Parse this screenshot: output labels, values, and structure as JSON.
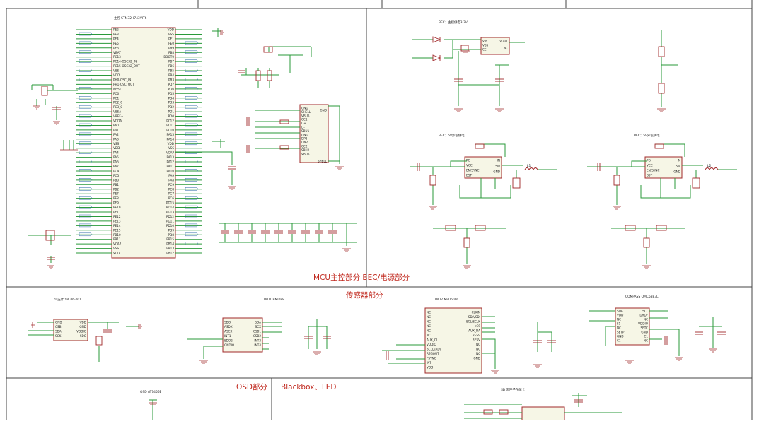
{
  "sections": {
    "mcu_bec": "MCU主控部分  BEC/电源部分",
    "sensors": "传感器部分",
    "osd": "OSD部分",
    "blackbox": "Blackbox、LED"
  },
  "blocks": {
    "mcu": "主控  STM32H743VIT6",
    "bec_main": "BEC：主控供电3.3V",
    "bec_5v_a": "BEC：5V外设供电",
    "bec_5v_b": "BEC：5V外设供电",
    "baro": "气压计 SPL06-001",
    "imu1": "IMU1 BMI088",
    "imu2": "IMU2 MPU6000",
    "compass": "COMPASS QMC5883L",
    "osd_ic": "OSD AT7456E",
    "sd": "SD 黑匣子存储卡"
  },
  "mcu_pins_left": [
    "PE2",
    "PE3",
    "PE4",
    "PE5",
    "PE6",
    "VBAT",
    "PC13",
    "PC14-OSC32_IN",
    "PC15-OSC32_OUT",
    "VSS",
    "VDD",
    "PH0-OSC_IN",
    "PH1-OSC_OUT",
    "NRST",
    "PC0",
    "PC1",
    "PC2_C",
    "PC3_C",
    "VSSA",
    "VREF+",
    "VDDA",
    "PA0",
    "PA1",
    "PA2",
    "PA3",
    "VSS",
    "VDD",
    "PA4",
    "PA5",
    "PA6",
    "PA7",
    "PC4",
    "PC5",
    "PB0",
    "PB1",
    "PB2",
    "PE7",
    "PE8",
    "PE9",
    "PE10",
    "PE11",
    "PE12",
    "PE13",
    "PE14",
    "PE15",
    "PB10",
    "PB11",
    "VCAP",
    "VSS",
    "VDD"
  ],
  "mcu_pins_right": [
    "VDD",
    "VSS",
    "PE1",
    "PE0",
    "PB9",
    "PB8",
    "BOOT0",
    "PB7",
    "PB6",
    "PB5",
    "PB4",
    "PB3",
    "PD7",
    "PD6",
    "PD5",
    "PD4",
    "PD3",
    "PD2",
    "PD1",
    "PD0",
    "PC12",
    "PC11",
    "PC10",
    "PA15",
    "PA14",
    "VDD",
    "VSS",
    "VCAP",
    "PA13",
    "PA12",
    "PA11",
    "PA10",
    "PA9",
    "PA8",
    "PC9",
    "PC8",
    "PC7",
    "PC6",
    "PD15",
    "PD14",
    "PD13",
    "PD12",
    "PD11",
    "PD10",
    "PD9",
    "PD8",
    "PB15",
    "PB14",
    "PB13",
    "PB12"
  ],
  "usb_pins": [
    "GND",
    "SHELL",
    "VBUS",
    "CC1",
    "D+",
    "D-",
    "SBU1",
    "GND",
    "DP2",
    "DN2",
    "CC2",
    "SBU2",
    "VBUS",
    "GND",
    "SHELL"
  ],
  "ldo_pins": [
    "VIN",
    "VSS",
    "CE",
    "VOUT",
    "NC"
  ],
  "buck_pins": [
    "PG",
    "VCC",
    "EN/SYNC",
    "BST",
    "IN",
    "SW",
    "GND"
  ],
  "baro_pins": [
    "GND",
    "CSB",
    "SDA",
    "SCK",
    "VDD",
    "GND",
    "VDDIO",
    "SDO"
  ],
  "imu1_pins": [
    "SDO",
    "ASDX",
    "ASCX",
    "INT1",
    "SDO2",
    "GNDIO",
    "SDA",
    "SCX",
    "CSB1",
    "CSB2",
    "INT3",
    "INT4"
  ],
  "imu2_pins": [
    "NC",
    "NC",
    "NC",
    "NC",
    "NC",
    "NC",
    "AUX_CL",
    "VDDIO",
    "SCLD/AD0",
    "REGOUT",
    "FSYNC",
    "INT",
    "VDD",
    "CLKIN",
    "SDA/SDI",
    "SCL/SCLK",
    "nCS",
    "AUX_DA",
    "RESV",
    "RESV",
    "NC",
    "NC",
    "NC",
    "GND"
  ],
  "compass_pins": [
    "SDA",
    "VDD",
    "NC",
    "S1",
    "NC",
    "SETP",
    "GND",
    "C1",
    "SCL",
    "DRDY",
    "NC",
    "VDDIO",
    "SETC",
    "GND",
    "C1",
    "NC"
  ],
  "inductor_labels": [
    "L1",
    "L2"
  ]
}
